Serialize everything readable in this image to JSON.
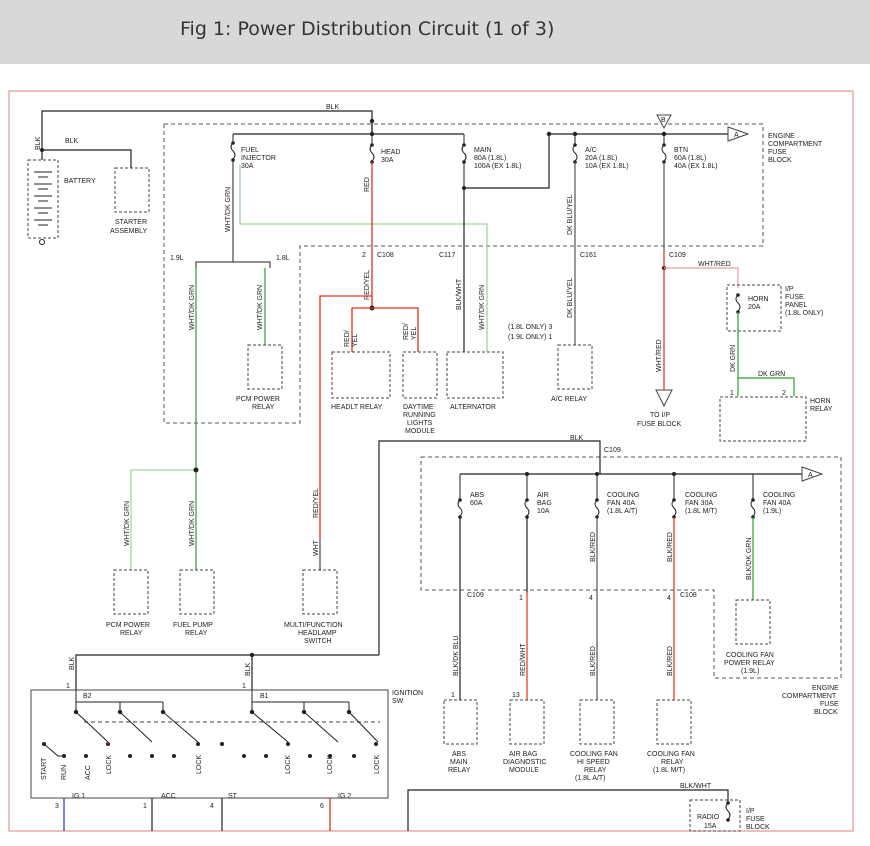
{
  "page": {
    "title": "Fig 1: Power Distribution Circuit (1 of 3)"
  },
  "colors": {
    "red_wire": "#e03020",
    "green_wire": "#2e9e2e",
    "light_green_wire": "#9fd39f",
    "blue_wire": "#2a46c8",
    "pink_wire": "#e8a0a0",
    "frame": "#e08080"
  },
  "labels": {
    "blk_top": "BLK",
    "blk_battery": "BLK",
    "blk_left": "BLK",
    "battery": "BATTERY",
    "starter": [
      "STARTER",
      "ASSEMBLY"
    ],
    "ecf_block": [
      "ENGINE",
      "COMPARTMENT",
      "FUSE",
      "BLOCK"
    ],
    "connector_a": "A",
    "connector_b": "B",
    "fuel_injector": [
      "FUEL",
      "INJECTOR",
      "30A"
    ],
    "head": [
      "HEAD",
      "30A"
    ],
    "main": [
      "MAIN",
      "80A (1.8L)",
      "100A (EX 1.8L)"
    ],
    "ac": [
      "A/C",
      "20A (1.8L)",
      "10A (EX 1.8L)"
    ],
    "btn": [
      "BTN",
      "60A (1.8L)",
      "40A (EX 1.8L)"
    ],
    "wht_dk_grn": "WHT/DK GRN",
    "red": "RED",
    "blk_wht": "BLK/WHT",
    "dk_blu_yel": "DK BLU/YEL",
    "wht_red": "WHT/RED",
    "dk_grn": "DK GRN",
    "red_yel": "RED/YEL",
    "red_yel_split": [
      "RED/",
      "YEL"
    ],
    "wht": "WHT",
    "c108": "C108",
    "c117": "C117",
    "c161": "C161",
    "c109": "C109",
    "pin_2": "2",
    "pin_1": "1",
    "pin_3": "3",
    "pin_4": "4",
    "pin_6": "6",
    "pin_13": "13",
    "l19": "1.9L",
    "l18": "1.8L",
    "l18only": "(1.8L ONLY) 3",
    "l19only": "(1.9L ONLY) 1",
    "pcm_relay": [
      "PCM POWER",
      "RELAY"
    ],
    "headlt_relay": "HEADLT RELAY",
    "drl": [
      "DAYTIME",
      "RUNNING",
      "LIGHTS",
      "MODULE"
    ],
    "alternator": "ALTERNATOR",
    "ac_relay": "A/C RELAY",
    "to_ip": [
      "TO I/P",
      "FUSE BLOCK"
    ],
    "horn_fuse": [
      "HORN",
      "20A"
    ],
    "ip_panel": [
      "I/P",
      "FUSE",
      "PANEL",
      "(1.8L ONLY)"
    ],
    "horn_relay": [
      "HORN",
      "RELAY"
    ],
    "abs": [
      "ABS",
      "60A"
    ],
    "air_bag": [
      "AIR",
      "BAG",
      "10A"
    ],
    "cooling_40": [
      "COOLING",
      "FAN 40A",
      "(1.8L A/T)"
    ],
    "cooling_30": [
      "COOLING",
      "FAN 30A",
      "(1.8L M/T)"
    ],
    "cooling_19": [
      "COOLING",
      "FAN 40A",
      "(1.9L)"
    ],
    "blk_red": "BLK/RED",
    "blk_dk_grn": "BLK/DK GRN",
    "blk_dk_blu": "BLK/DK BLU",
    "red_wht": "RED/WHT",
    "fuel_pump": [
      "FUEL PUMP",
      "RELAY"
    ],
    "mfs": [
      "MULTI/FUNCTION",
      "HEADLAMP",
      "SWITCH"
    ],
    "cf_power_relay": [
      "COOLING FAN",
      "POWER RELAY",
      "(1.9L)"
    ],
    "abs_relay": [
      "ABS",
      "MAIN",
      "RELAY"
    ],
    "airbag_module": [
      "AIR BAG",
      "DIAGNOSTIC",
      "MODULE"
    ],
    "cf_hi_relay": [
      "COOLING FAN",
      "HI SPEED",
      "RELAY",
      "(1.8L A/T)"
    ],
    "cf_relay": [
      "COOLING FAN",
      "RELAY",
      "(1.8L M/T)"
    ],
    "ignition_sw": [
      "IGNITION",
      "SW"
    ],
    "b2": "B2",
    "b1": "B1",
    "sw_pos_left": [
      "START",
      "RUN",
      "ACC",
      "LOCK",
      "LOCK"
    ],
    "sw_pos_right": [
      "LOCK",
      "LOCK",
      "LOCK"
    ],
    "ig1": "IG 1",
    "acc": "ACC",
    "st": "ST",
    "ig2": "IG 2",
    "radio": [
      "RADIO",
      "15A"
    ],
    "ip_fuse_block": [
      "I/P",
      "FUSE",
      "BLOCK"
    ]
  }
}
